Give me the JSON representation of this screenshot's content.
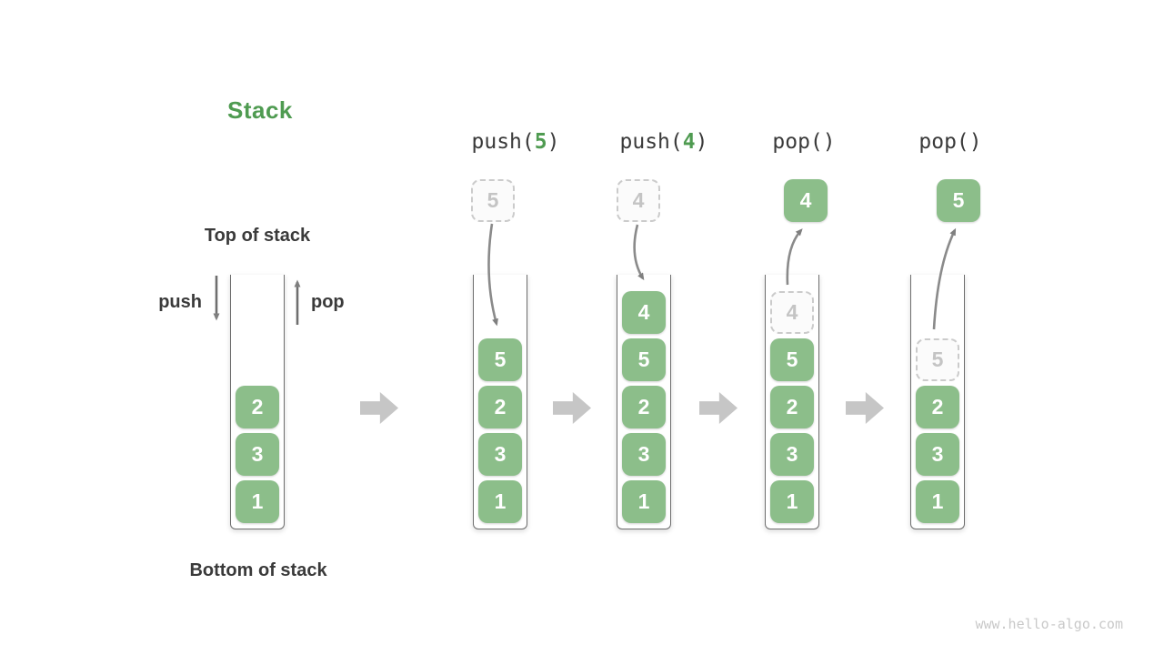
{
  "title": "Stack",
  "labels": {
    "top": "Top of stack",
    "bottom": "Bottom of stack",
    "push": "push",
    "pop": "pop"
  },
  "operations": [
    {
      "prefix": "push(",
      "arg": "5",
      "suffix": ")"
    },
    {
      "prefix": "push(",
      "arg": "4",
      "suffix": ")"
    },
    {
      "prefix": "pop()",
      "arg": "",
      "suffix": ""
    },
    {
      "prefix": "pop()",
      "arg": "",
      "suffix": ""
    }
  ],
  "stages": [
    {
      "items": [
        "2",
        "3",
        "1"
      ]
    },
    {
      "float": "5",
      "items": [
        "5",
        "2",
        "3",
        "1"
      ]
    },
    {
      "float": "4",
      "items": [
        "4",
        "5",
        "2",
        "3",
        "1"
      ]
    },
    {
      "float": "4",
      "ghost": "4",
      "items": [
        "5",
        "2",
        "3",
        "1"
      ]
    },
    {
      "float": "5",
      "ghost": "5",
      "items": [
        "2",
        "3",
        "1"
      ]
    }
  ],
  "watermark": "www.hello-algo.com",
  "colors": {
    "accent_green": "#8CBE8A",
    "title_green": "#4F9B51",
    "label_dark": "#3A3A3A",
    "arrow_gray": "#7F7F7F",
    "block_arrow_gray": "#C6C6C6",
    "ghost_gray": "#C4C4C4"
  }
}
